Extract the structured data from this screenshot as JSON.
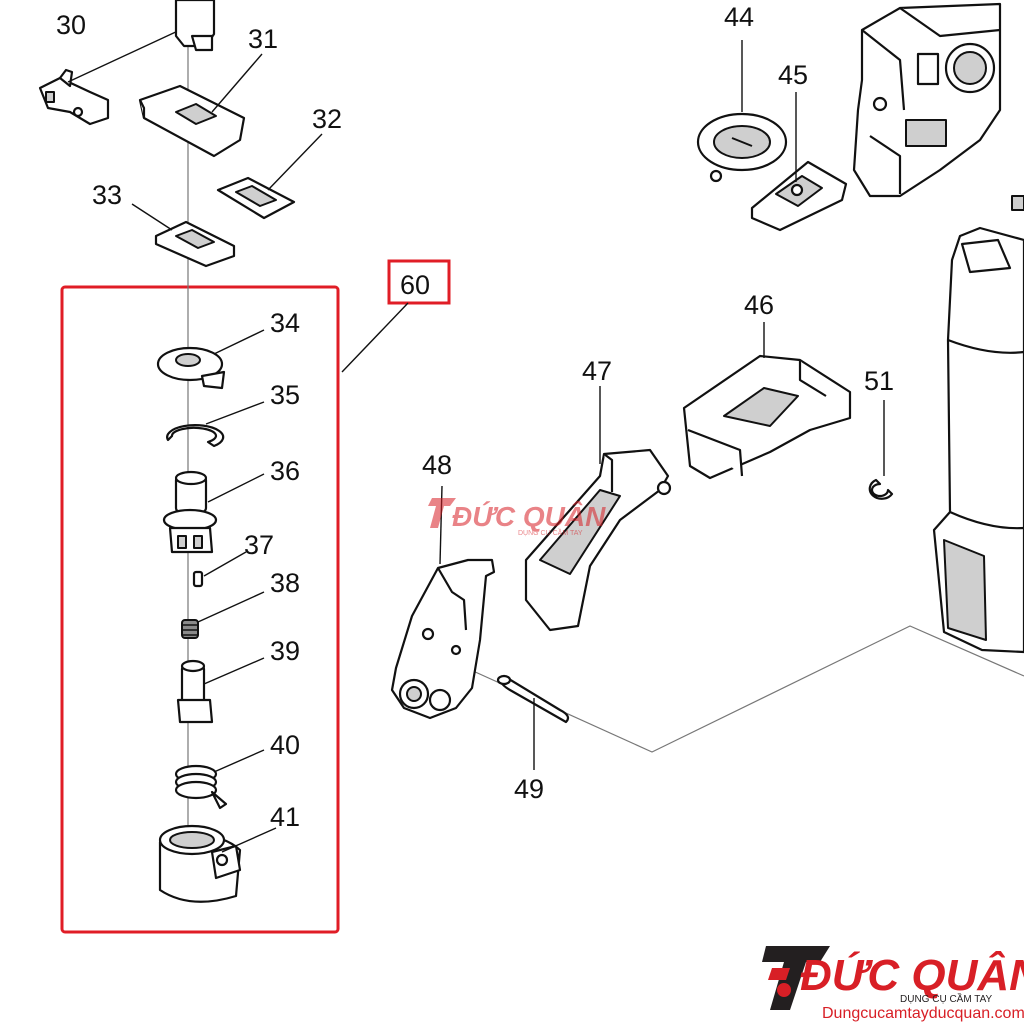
{
  "callouts": {
    "c30": "30",
    "c31": "31",
    "c32": "32",
    "c33": "33",
    "c34": "34",
    "c35": "35",
    "c36": "36",
    "c37": "37",
    "c38": "38",
    "c39": "39",
    "c40": "40",
    "c41": "41",
    "c44": "44",
    "c45": "45",
    "c46": "46",
    "c47": "47",
    "c48": "48",
    "c49": "49",
    "c51": "51",
    "c60": "60"
  },
  "watermark": {
    "center_brand": "ĐỨC QUÂN",
    "center_tagline": "DỤNG CỤ CẦM TAY",
    "corner_brand": "ĐỨC QUÂN",
    "corner_tagline": "DỤNG CỤ CẦM TAY",
    "corner_url": "Dungcucamtayducquan.com"
  },
  "colors": {
    "assembly_box": "#e01d26",
    "brand_red": "#d81f26",
    "brand_dark": "#231f20",
    "line": "#111111"
  }
}
